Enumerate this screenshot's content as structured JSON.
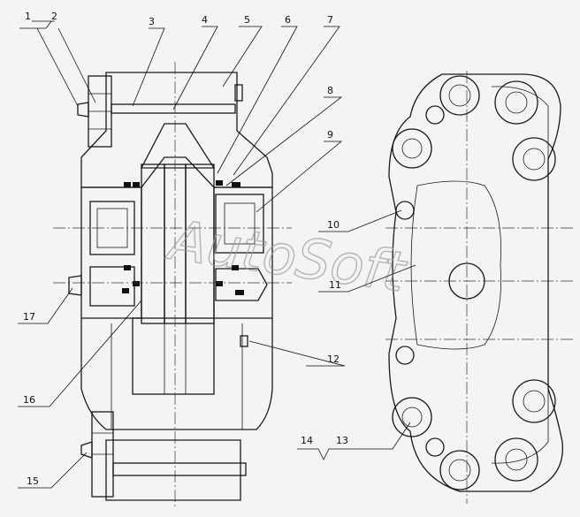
{
  "diagram": {
    "watermark": "AutoSoft",
    "callouts": [
      {
        "id": "c1",
        "text": "1"
      },
      {
        "id": "c2",
        "text": "2"
      },
      {
        "id": "c3",
        "text": "3"
      },
      {
        "id": "c4",
        "text": "4"
      },
      {
        "id": "c5",
        "text": "5"
      },
      {
        "id": "c6",
        "text": "6"
      },
      {
        "id": "c7",
        "text": "7"
      },
      {
        "id": "c8",
        "text": "8"
      },
      {
        "id": "c9",
        "text": "9"
      },
      {
        "id": "c10",
        "text": "10"
      },
      {
        "id": "c11",
        "text": "11"
      },
      {
        "id": "c12",
        "text": "12"
      },
      {
        "id": "c13",
        "text": "13"
      },
      {
        "id": "c14",
        "text": "14"
      },
      {
        "id": "c15",
        "text": "15"
      },
      {
        "id": "c16",
        "text": "16"
      },
      {
        "id": "c17",
        "text": "17"
      }
    ]
  }
}
